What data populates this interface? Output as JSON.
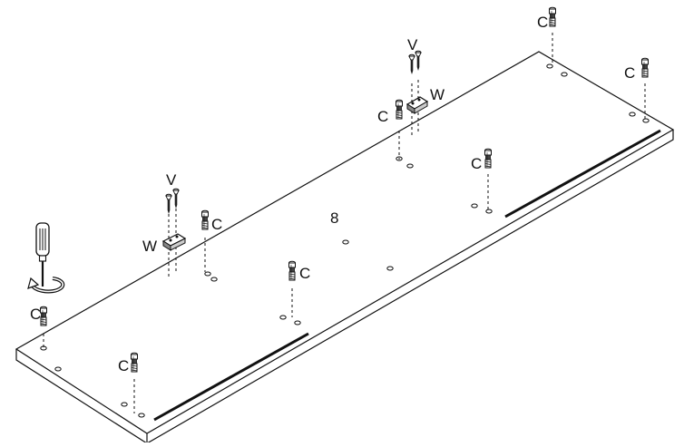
{
  "panel": {
    "number": "8"
  },
  "labels": {
    "cam_bolt": "C",
    "screw": "V",
    "bracket": "W"
  },
  "icons": [
    "screwdriver-icon",
    "rotate-clockwise-icon",
    "cam-bolt-icon",
    "wood-screw-icon",
    "bracket-icon"
  ],
  "colors": {
    "line": "#111111",
    "background": "#ffffff"
  }
}
